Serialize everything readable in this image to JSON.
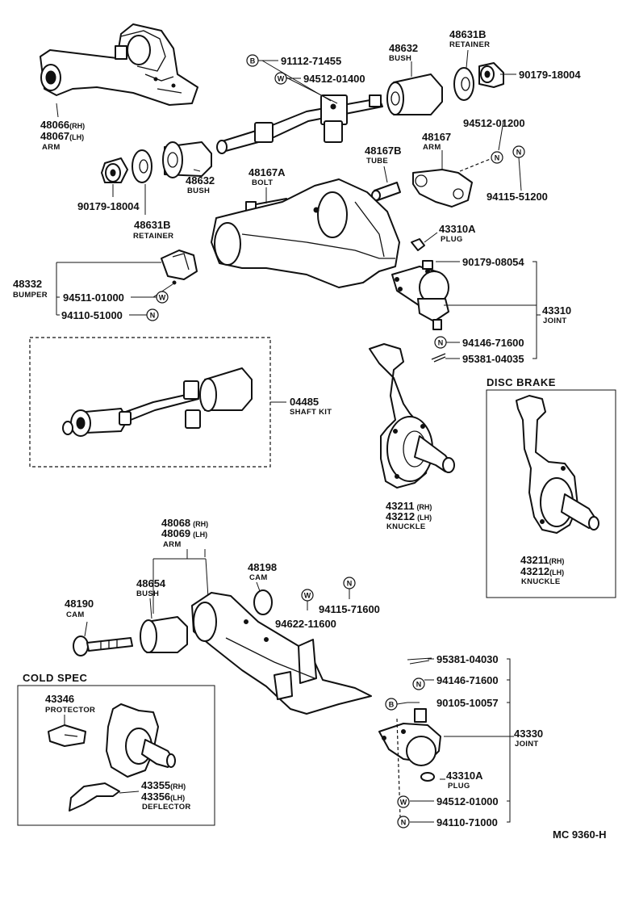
{
  "parts": {
    "p48066": {
      "num": "48066",
      "side": "(RH)"
    },
    "p48067": {
      "num": "48067",
      "side": "(LH)",
      "name": "ARM"
    },
    "p91112": {
      "num": "91112-71455",
      "sym": "B"
    },
    "p94512a": {
      "num": "94512-01400",
      "sym": "W"
    },
    "p48632a": {
      "num": "48632",
      "name": "BUSH"
    },
    "p48631a": {
      "num": "48631B",
      "name": "RETAINER"
    },
    "p90179a": {
      "num": "90179-18004"
    },
    "p90179b": {
      "num": "90179-18004"
    },
    "p48631b": {
      "num": "48631B",
      "name": "RETAINER"
    },
    "p48632b": {
      "num": "48632",
      "name": "BUSH"
    },
    "p48167a": {
      "num": "48167A",
      "name": "BOLT"
    },
    "p48167b": {
      "num": "48167B",
      "name": "TUBE"
    },
    "p48167": {
      "num": "48167",
      "name": "ARM"
    },
    "p94512b": {
      "num": "94512-01200",
      "sym": "N"
    },
    "p94115a": {
      "num": "94115-51200",
      "sym": "N"
    },
    "p43310a": {
      "num": "43310A",
      "name": "PLUG"
    },
    "p48332": {
      "num": "48332",
      "name": "BUMPER"
    },
    "p94511": {
      "num": "94511-01000",
      "sym": "W"
    },
    "p94110a": {
      "num": "94110-51000",
      "sym": "N"
    },
    "p90179c": {
      "num": "90179-08054"
    },
    "p43310": {
      "num": "43310",
      "name": "JOINT"
    },
    "p94146a": {
      "num": "94146-71600",
      "sym": "N"
    },
    "p95381a": {
      "num": "95381-04035"
    },
    "p04485": {
      "num": "04485",
      "name": "SHAFT KIT"
    },
    "p43211a": {
      "num": "43211",
      "side": "(RH)"
    },
    "p43212a": {
      "num": "43212",
      "side": "(LH)",
      "name": "KNUCKLE"
    },
    "disc_brake": {
      "title": "DISC BRAKE"
    },
    "p43211b": {
      "num": "43211",
      "side": "(RH)"
    },
    "p43212b": {
      "num": "43212",
      "side": "(LH)",
      "name": "KNUCKLE"
    },
    "p48068": {
      "num": "48068",
      "side": "(RH)"
    },
    "p48069": {
      "num": "48069",
      "side": "(LH)",
      "name": "ARM"
    },
    "p48198": {
      "num": "48198",
      "name": "CAM"
    },
    "p94622": {
      "num": "94622-11600",
      "sym": "W"
    },
    "p94115b": {
      "num": "94115-71600",
      "sym": "N"
    },
    "p48654": {
      "num": "48654",
      "name": "BUSH"
    },
    "p48190": {
      "num": "48190",
      "name": "CAM"
    },
    "cold_spec": {
      "title": "COLD  SPEC"
    },
    "p43346": {
      "num": "43346",
      "name": "PROTECTOR"
    },
    "p43355": {
      "num": "43355",
      "side": "(RH)"
    },
    "p43356": {
      "num": "43356",
      "side": "(LH)",
      "name": "DEFLECTOR"
    },
    "p95381b": {
      "num": "95381-04030"
    },
    "p94146b": {
      "num": "94146-71600",
      "sym": "N"
    },
    "p90105": {
      "num": "90105-10057",
      "sym": "B"
    },
    "p43330": {
      "num": "43330",
      "name": "JOINT"
    },
    "p43310ab": {
      "num": "43310A",
      "name": "PLUG"
    },
    "p94512c": {
      "num": "94512-01000",
      "sym": "W"
    },
    "p94110b": {
      "num": "94110-71000",
      "sym": "N"
    }
  },
  "figure_code": "MC  9360-H"
}
